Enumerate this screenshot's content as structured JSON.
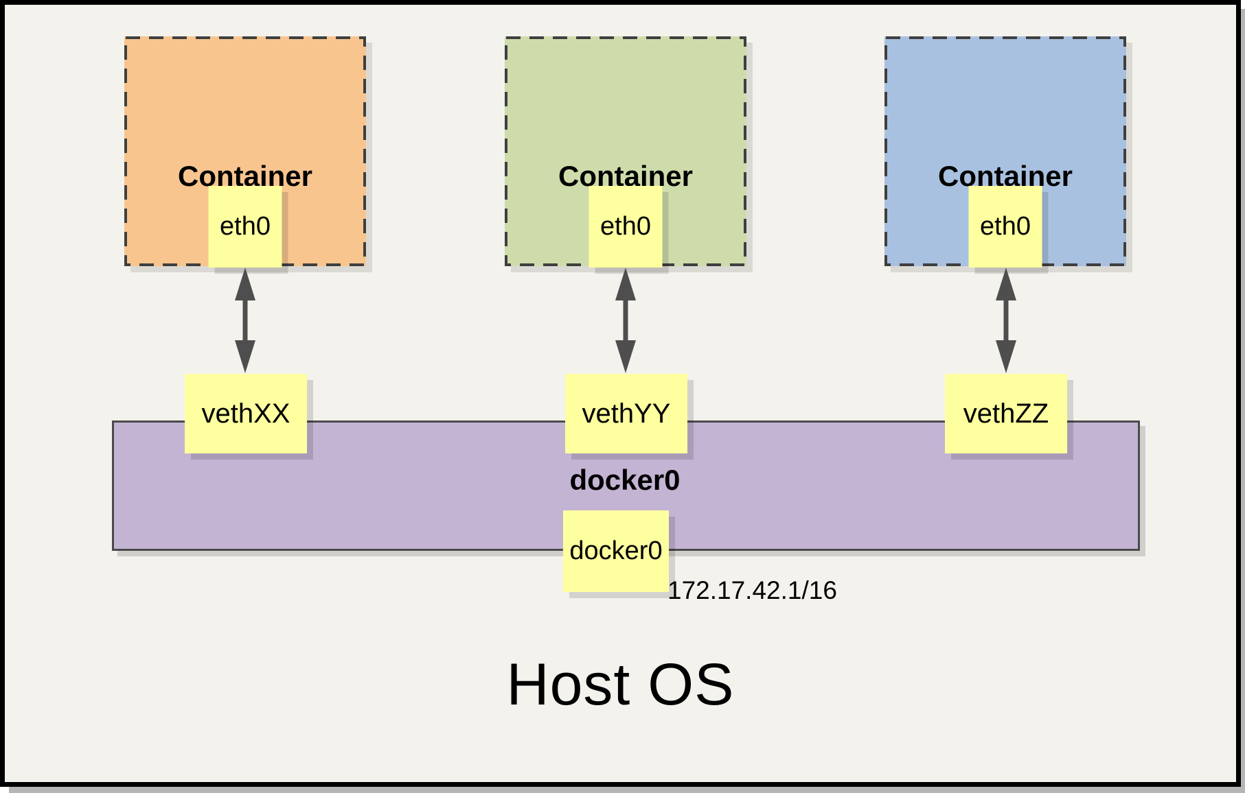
{
  "diagram": {
    "host_title": "Host OS",
    "containers": [
      {
        "label": "Container",
        "interface_label": "eth0",
        "veth_label": "vethXX",
        "fill_color": "#f8c58f"
      },
      {
        "label": "Container",
        "interface_label": "eth0",
        "veth_label": "vethYY",
        "fill_color": "#cedcab"
      },
      {
        "label": "Container",
        "interface_label": "eth0",
        "veth_label": "vethZZ",
        "fill_color": "#a9c1e0"
      }
    ],
    "bridge": {
      "label": "docker0",
      "interface_label": "docker0",
      "ip_address": "172.17.42.1/16",
      "fill_color": "#c4b4d3"
    },
    "chip_fill_color": "#feff9f",
    "dash_border_color": "#3f3f3f",
    "arrow_color": "#4e4e4e"
  }
}
